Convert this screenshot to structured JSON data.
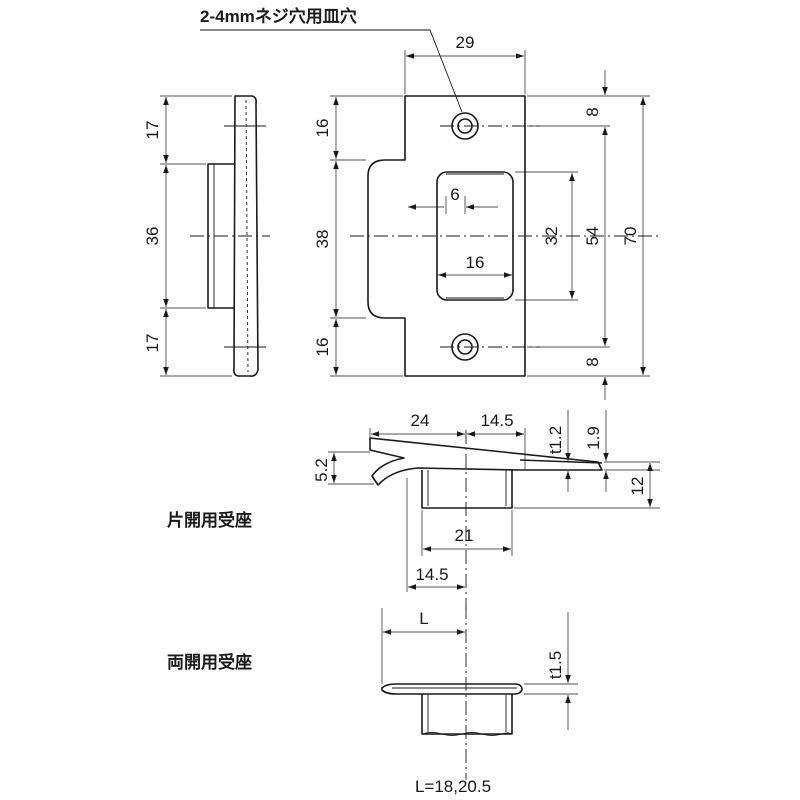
{
  "annotations": {
    "screw_hole_note": "2-4mmネジ穴用皿穴",
    "single_door_label": "片開用受座",
    "double_door_label": "両開用受座",
    "double_length_note": "L=18,20.5"
  },
  "dimensions": {
    "side_top": "17",
    "side_middle": "36",
    "side_bottom": "17",
    "front_left_top": "16",
    "front_left_middle": "38",
    "front_left_bottom": "16",
    "front_width": "29",
    "slot_width_inner": "6",
    "slot_width": "16",
    "slot_height": "32",
    "hole_pitch": "54",
    "total_height": "70",
    "hole_top_offset": "8",
    "hole_bottom_offset": "8",
    "single_lip": "24",
    "single_half": "14.5",
    "single_t": "t1.2",
    "single_step": "1.9",
    "single_depth": "5.2",
    "single_height": "12",
    "single_box_width": "21",
    "single_offset": "14.5",
    "double_L": "L",
    "double_t": "t1.5"
  },
  "colors": {
    "line": "#1a1a1a",
    "background": "#ffffff"
  }
}
